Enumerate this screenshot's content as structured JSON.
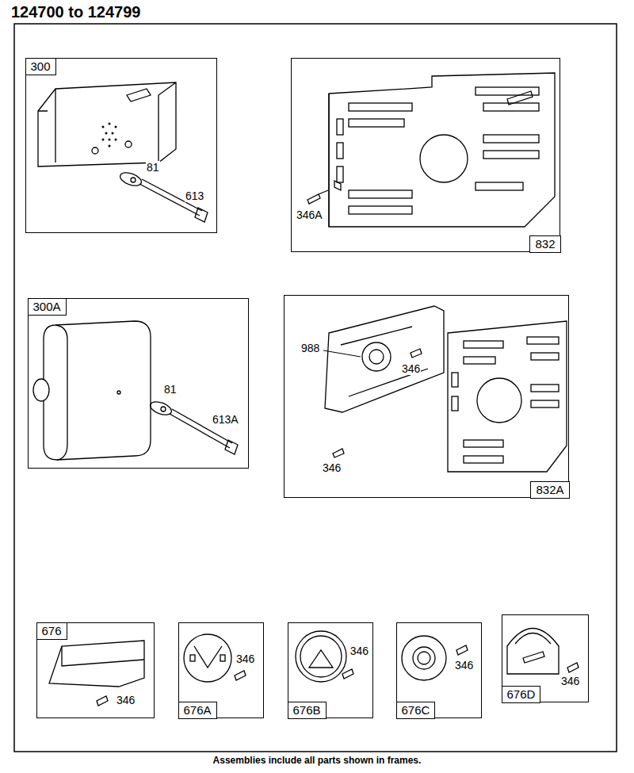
{
  "diagram": {
    "title": "124700 to 124799",
    "caption": "Assemblies include all parts shown in frames.",
    "nodes": [
      {
        "text": [
          "300",
          "81",
          "613"
        ]
      },
      {
        "text": [
          "832",
          "346A"
        ]
      },
      {
        "text": [
          "300A",
          "81",
          "613A"
        ]
      },
      {
        "text": [
          "832A",
          "988",
          "346",
          "346"
        ]
      },
      {
        "text": [
          "676",
          "346"
        ]
      },
      {
        "text": [
          "676A",
          "346"
        ]
      },
      {
        "text": [
          "676B",
          "346"
        ]
      },
      {
        "text": [
          "676C",
          "346"
        ]
      },
      {
        "text": [
          "676D",
          "346"
        ]
      }
    ]
  }
}
